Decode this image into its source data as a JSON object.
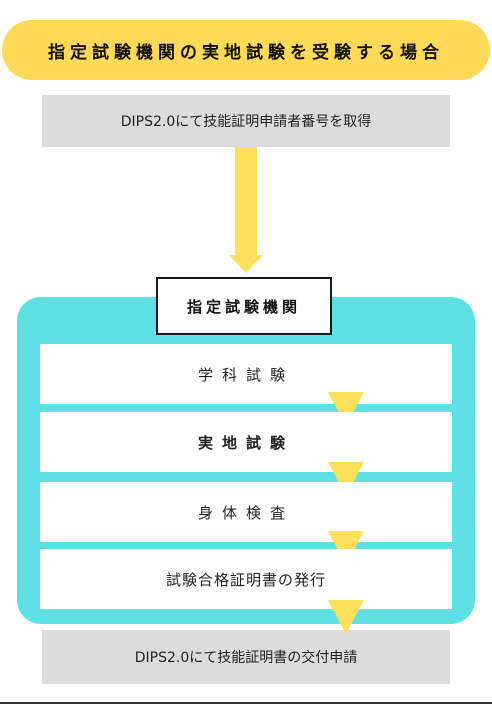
{
  "title": "指定試験機関の実地試験を受験する場合",
  "step_dips_number": "DIPS2.0にて技能証明申請者番号を取得",
  "organization": "指定試験機関",
  "steps": [
    "学科試験",
    "実地試験",
    "身体検査",
    "試験合格証明書の発行"
  ],
  "step_dips_application": "DIPS2.0にて技能証明書の交付申請",
  "colors": {
    "title_bg": "#ffd957",
    "arrow": "#ffe05a",
    "panel": "#5ee0e6",
    "gray_box": "#dcdcdc"
  }
}
